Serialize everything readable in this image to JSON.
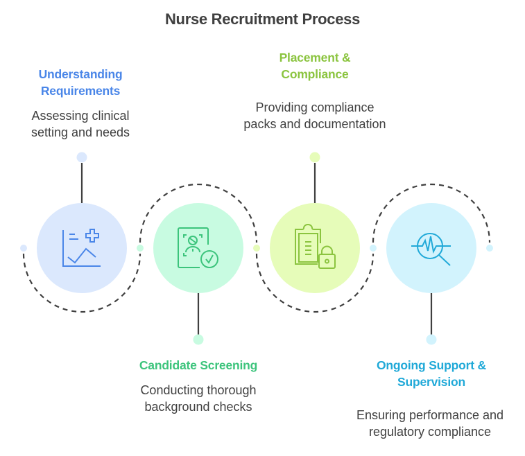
{
  "title": "Nurse Recruitment Process",
  "steps": [
    {
      "title_lines": [
        "Understanding",
        "Requirements"
      ],
      "desc_lines": [
        "Assessing clinical",
        "setting and needs"
      ],
      "icon": "chart-medical-cross-icon",
      "accent": "#4a86e8",
      "fill": "#dbe8fd",
      "position": "top"
    },
    {
      "title_lines": [
        "Candidate Screening"
      ],
      "desc_lines": [
        "Conducting thorough",
        "background checks"
      ],
      "icon": "id-badge-check-icon",
      "accent": "#3cc47c",
      "fill": "#c8fbe1",
      "position": "bottom"
    },
    {
      "title_lines": [
        "Placement &",
        "Compliance"
      ],
      "desc_lines": [
        "Providing compliance",
        "packs and documentation"
      ],
      "icon": "clipboard-lock-icon",
      "accent": "#8bc43f",
      "fill": "#e6fcb9",
      "position": "top"
    },
    {
      "title_lines": [
        "Ongoing Support &",
        "Supervision"
      ],
      "desc_lines": [
        "Ensuring performance and",
        "regulatory compliance"
      ],
      "icon": "pulse-magnifier-icon",
      "accent": "#20a9d8",
      "fill": "#d2f3fd",
      "position": "bottom"
    }
  ],
  "colors": {
    "text": "#404040",
    "line": "#404040"
  }
}
